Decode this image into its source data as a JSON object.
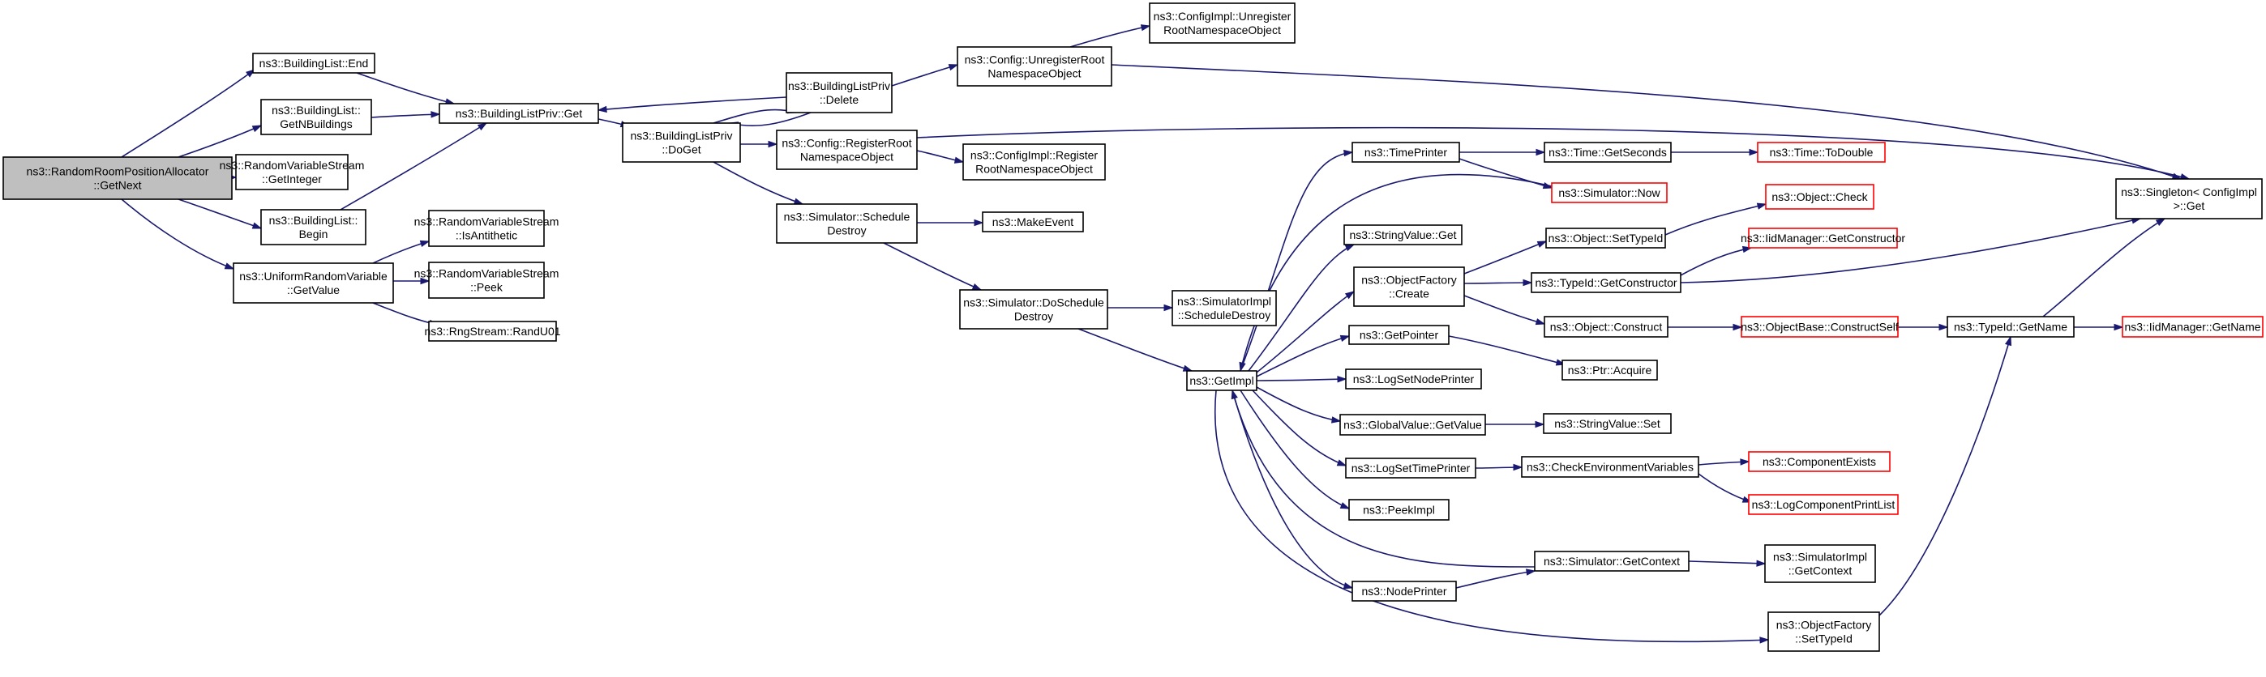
{
  "colors": {
    "edge": "#191970",
    "truncated_border": "#ff0000",
    "root_fill": "#bfbfbf",
    "node_border": "#000000"
  },
  "nodes": [
    {
      "id": "root",
      "lines": [
        "ns3::RandomRoomPositionAllocator",
        "::GetNext"
      ]
    },
    {
      "id": "bl_end",
      "lines": [
        "ns3::BuildingList::End"
      ]
    },
    {
      "id": "bl_getn",
      "lines": [
        "ns3::BuildingList::",
        "GetNBuildings"
      ]
    },
    {
      "id": "rvs_getint",
      "lines": [
        "ns3::RandomVariableStream",
        "::GetInteger"
      ]
    },
    {
      "id": "bl_begin",
      "lines": [
        "ns3::BuildingList::",
        "Begin"
      ]
    },
    {
      "id": "urv_getvalue",
      "lines": [
        "ns3::UniformRandomVariable",
        "::GetValue"
      ]
    },
    {
      "id": "blp_get",
      "lines": [
        "ns3::BuildingListPriv::Get"
      ]
    },
    {
      "id": "rvs_isanti",
      "lines": [
        "ns3::RandomVariableStream",
        "::IsAntithetic"
      ]
    },
    {
      "id": "rvs_peek",
      "lines": [
        "ns3::RandomVariableStream",
        "::Peek"
      ]
    },
    {
      "id": "rng_randu01",
      "lines": [
        "ns3::RngStream::RandU01"
      ]
    },
    {
      "id": "blp_doget",
      "lines": [
        "ns3::BuildingListPriv",
        "::DoGet"
      ]
    },
    {
      "id": "blp_delete",
      "lines": [
        "ns3::BuildingListPriv",
        "::Delete"
      ]
    },
    {
      "id": "cfg_regroot",
      "lines": [
        "ns3::Config::RegisterRoot",
        "NamespaceObject"
      ]
    },
    {
      "id": "sim_schedd",
      "lines": [
        "ns3::Simulator::Schedule",
        "Destroy"
      ]
    },
    {
      "id": "cfg_unreg",
      "lines": [
        "ns3::Config::UnregisterRoot",
        "NamespaceObject"
      ]
    },
    {
      "id": "cfgimpl_unreg",
      "lines": [
        "ns3::ConfigImpl::Unregister",
        "RootNamespaceObject"
      ]
    },
    {
      "id": "cfgimpl_reg",
      "lines": [
        "ns3::ConfigImpl::Register",
        "RootNamespaceObject"
      ]
    },
    {
      "id": "makeevent",
      "lines": [
        "ns3::MakeEvent"
      ]
    },
    {
      "id": "sim_doschedd",
      "lines": [
        "ns3::Simulator::DoSchedule",
        "Destroy"
      ]
    },
    {
      "id": "simimpl_schedd",
      "lines": [
        "ns3::SimulatorImpl",
        "::ScheduleDestroy"
      ]
    },
    {
      "id": "getimpl",
      "lines": [
        "ns3::GetImpl"
      ]
    },
    {
      "id": "timeprinter",
      "lines": [
        "ns3::TimePrinter"
      ]
    },
    {
      "id": "stringvalue_get",
      "lines": [
        "ns3::StringValue::Get"
      ]
    },
    {
      "id": "of_create",
      "lines": [
        "ns3::ObjectFactory",
        "::Create"
      ]
    },
    {
      "id": "getpointer",
      "lines": [
        "ns3::GetPointer"
      ]
    },
    {
      "id": "logsetnode",
      "lines": [
        "ns3::LogSetNodePrinter"
      ]
    },
    {
      "id": "gv_getvalue",
      "lines": [
        "ns3::GlobalValue::GetValue"
      ]
    },
    {
      "id": "logsettime",
      "lines": [
        "ns3::LogSetTimePrinter"
      ]
    },
    {
      "id": "peekimpl",
      "lines": [
        "ns3::PeekImpl"
      ]
    },
    {
      "id": "nodeprinter",
      "lines": [
        "ns3::NodePrinter"
      ]
    },
    {
      "id": "time_getseconds",
      "lines": [
        "ns3::Time::GetSeconds"
      ]
    },
    {
      "id": "time_todouble",
      "lines": [
        "ns3::Time::ToDouble"
      ],
      "truncated": true
    },
    {
      "id": "sim_now",
      "lines": [
        "ns3::Simulator::Now"
      ],
      "truncated": true
    },
    {
      "id": "obj_settypeid",
      "lines": [
        "ns3::Object::SetTypeId"
      ]
    },
    {
      "id": "obj_check",
      "lines": [
        "ns3::Object::Check"
      ],
      "truncated": true
    },
    {
      "id": "typeid_getctor",
      "lines": [
        "ns3::TypeId::GetConstructor"
      ]
    },
    {
      "id": "iid_getctor",
      "lines": [
        "ns3::IidManager::GetConstructor"
      ],
      "truncated": true
    },
    {
      "id": "obj_construct",
      "lines": [
        "ns3::Object::Construct"
      ]
    },
    {
      "id": "objbase_cs",
      "lines": [
        "ns3::ObjectBase::ConstructSelf"
      ],
      "truncated": true
    },
    {
      "id": "typeid_getname",
      "lines": [
        "ns3::TypeId::GetName"
      ]
    },
    {
      "id": "iid_getname",
      "lines": [
        "ns3::IidManager::GetName"
      ],
      "truncated": true
    },
    {
      "id": "singleton_get",
      "lines": [
        "ns3::Singleton< ConfigImpl",
        ">::Get"
      ]
    },
    {
      "id": "ptr_acquire",
      "lines": [
        "ns3::Ptr::Acquire"
      ]
    },
    {
      "id": "stringvalue_set",
      "lines": [
        "ns3::StringValue::Set"
      ]
    },
    {
      "id": "checkenv",
      "lines": [
        "ns3::CheckEnvironmentVariables"
      ]
    },
    {
      "id": "compexists",
      "lines": [
        "ns3::ComponentExists"
      ],
      "truncated": true
    },
    {
      "id": "logcompprint",
      "lines": [
        "ns3::LogComponentPrintList"
      ],
      "truncated": true
    },
    {
      "id": "sim_getcontext",
      "lines": [
        "ns3::Simulator::GetContext"
      ]
    },
    {
      "id": "simimpl_getcontext",
      "lines": [
        "ns3::SimulatorImpl",
        "::GetContext"
      ]
    },
    {
      "id": "of_settypeid",
      "lines": [
        "ns3::ObjectFactory",
        "::SetTypeId"
      ]
    }
  ],
  "edges": [
    [
      "root",
      "bl_end"
    ],
    [
      "root",
      "bl_getn"
    ],
    [
      "root",
      "rvs_getint"
    ],
    [
      "root",
      "bl_begin"
    ],
    [
      "root",
      "urv_getvalue"
    ],
    [
      "bl_end",
      "blp_get"
    ],
    [
      "bl_getn",
      "blp_get"
    ],
    [
      "bl_begin",
      "blp_get"
    ],
    [
      "urv_getvalue",
      "rvs_isanti"
    ],
    [
      "urv_getvalue",
      "rvs_peek"
    ],
    [
      "urv_getvalue",
      "rng_randu01"
    ],
    [
      "blp_get",
      "blp_doget"
    ],
    [
      "blp_doget",
      "blp_delete"
    ],
    [
      "blp_delete",
      "blp_doget"
    ],
    [
      "blp_delete",
      "blp_get"
    ],
    [
      "blp_doget",
      "cfg_regroot"
    ],
    [
      "blp_doget",
      "sim_schedd"
    ],
    [
      "blp_delete",
      "cfg_unreg"
    ],
    [
      "cfg_unreg",
      "cfgimpl_unreg"
    ],
    [
      "cfg_unreg",
      "singleton_get"
    ],
    [
      "cfg_regroot",
      "cfgimpl_reg"
    ],
    [
      "cfg_regroot",
      "singleton_get"
    ],
    [
      "sim_schedd",
      "makeevent"
    ],
    [
      "sim_schedd",
      "sim_doschedd"
    ],
    [
      "sim_doschedd",
      "simimpl_schedd"
    ],
    [
      "sim_doschedd",
      "getimpl"
    ],
    [
      "getimpl",
      "timeprinter"
    ],
    [
      "getimpl",
      "stringvalue_get"
    ],
    [
      "getimpl",
      "of_create"
    ],
    [
      "getimpl",
      "getpointer"
    ],
    [
      "getimpl",
      "logsetnode"
    ],
    [
      "getimpl",
      "gv_getvalue"
    ],
    [
      "getimpl",
      "logsettime"
    ],
    [
      "getimpl",
      "peekimpl"
    ],
    [
      "getimpl",
      "nodeprinter"
    ],
    [
      "getimpl",
      "of_settypeid"
    ],
    [
      "timeprinter",
      "time_getseconds"
    ],
    [
      "timeprinter",
      "sim_now"
    ],
    [
      "time_getseconds",
      "time_todouble"
    ],
    [
      "sim_now",
      "getimpl"
    ],
    [
      "of_create",
      "obj_settypeid"
    ],
    [
      "of_create",
      "typeid_getctor"
    ],
    [
      "of_create",
      "obj_construct"
    ],
    [
      "obj_settypeid",
      "obj_check"
    ],
    [
      "typeid_getctor",
      "iid_getctor"
    ],
    [
      "typeid_getctor",
      "singleton_get"
    ],
    [
      "obj_construct",
      "objbase_cs"
    ],
    [
      "objbase_cs",
      "typeid_getname"
    ],
    [
      "typeid_getname",
      "iid_getname"
    ],
    [
      "typeid_getname",
      "singleton_get"
    ],
    [
      "getpointer",
      "ptr_acquire"
    ],
    [
      "gv_getvalue",
      "stringvalue_set"
    ],
    [
      "logsettime",
      "checkenv"
    ],
    [
      "checkenv",
      "compexists"
    ],
    [
      "checkenv",
      "logcompprint"
    ],
    [
      "nodeprinter",
      "sim_getcontext"
    ],
    [
      "sim_getcontext",
      "getimpl"
    ],
    [
      "sim_getcontext",
      "simimpl_getcontext"
    ],
    [
      "of_settypeid",
      "typeid_getname"
    ]
  ]
}
